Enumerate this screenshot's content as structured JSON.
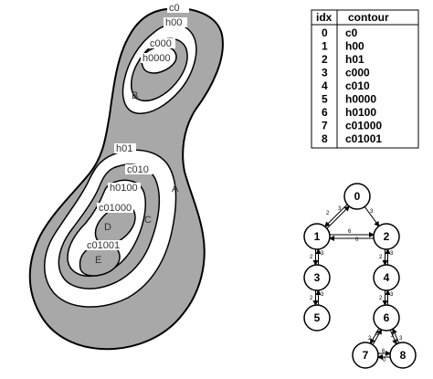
{
  "contour_map": {
    "labels": {
      "c0": "c0",
      "h00": "h00",
      "c000": "c000",
      "h0000": "h0000",
      "B": "B",
      "h01": "h01",
      "c010": "c010",
      "h0100": "h0100",
      "A": "A",
      "c01000": "c01000",
      "D": "D",
      "C": "C",
      "c01001": "c01001",
      "E": "E"
    }
  },
  "table": {
    "headers": [
      "idx",
      "contour"
    ],
    "rows": [
      [
        "0",
        "c0"
      ],
      [
        "1",
        "h00"
      ],
      [
        "2",
        "h01"
      ],
      [
        "3",
        "c000"
      ],
      [
        "4",
        "c010"
      ],
      [
        "5",
        "h0000"
      ],
      [
        "6",
        "h0100"
      ],
      [
        "7",
        "c01000"
      ],
      [
        "8",
        "c01001"
      ]
    ]
  },
  "graph": {
    "nodes": [
      "0",
      "1",
      "2",
      "3",
      "4",
      "5",
      "6",
      "7",
      "8"
    ],
    "edge_labels": {
      "e01_a": "2",
      "e01_b": "3",
      "e02": "3",
      "e12_a": "6",
      "e12_b": "0",
      "e13_a": "2",
      "e13_b": "3",
      "e24_a": "2",
      "e24_b": "3",
      "e35_a": "2",
      "e35_b": "3",
      "e46_a": "2",
      "e46_b": "3",
      "e67_a": "2",
      "e67_b": "3",
      "e68_a": "2",
      "e68_b": "3",
      "e78_a": "6",
      "e78_b": "0"
    }
  }
}
